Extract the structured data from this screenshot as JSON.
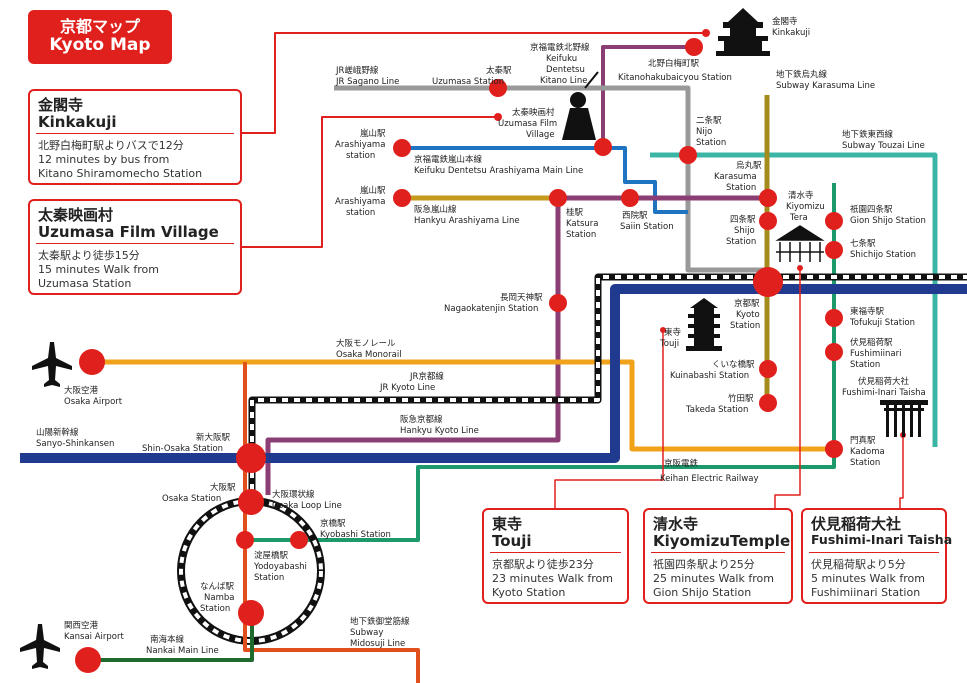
{
  "title": {
    "ja": "京都マップ",
    "en": "Kyoto Map"
  },
  "colors": {
    "accent": "#e0201c"
  },
  "cards": [
    {
      "id": "kinkakuji",
      "ja": "金閣寺",
      "en": "Kinkakuji",
      "desc": [
        "北野白梅町駅よりバスで12分",
        "12 minutes by bus from",
        "Kitano Shiramomecho Station"
      ]
    },
    {
      "id": "uzumasa",
      "ja": "太秦映画村",
      "en": "Uzumasa Film Village",
      "desc": [
        "太秦駅より徒歩15分",
        "15 minutes Walk from",
        "Uzumasa Station"
      ]
    },
    {
      "id": "touji",
      "ja": "東寺",
      "en": "Touji",
      "desc": [
        "京都駅より徒歩23分",
        "23 minutes Walk from",
        "Kyoto Station"
      ]
    },
    {
      "id": "kiyomizu",
      "ja": "清水寺",
      "en": "KiyomizuTemple",
      "desc": [
        "祇園四条駅より25分",
        "25 minutes Walk from",
        "Gion Shijo Station"
      ]
    },
    {
      "id": "fushimi",
      "ja": "伏見稲荷大社",
      "en": "Fushimi-Inari Taisha",
      "desc": [
        "伏見稲荷駅より5分",
        "5 minutes Walk from",
        "Fushimiinari Station"
      ]
    }
  ],
  "labels": {
    "kinkakuji_ja": "金閣寺",
    "kinkakuji_en": "Kinkakuji",
    "randen_kitano_ja": "京福電鉄北野線",
    "randen_kitano_en1": "Keifuku",
    "randen_kitano_en2": "Dentetsu",
    "randen_kitano_en3": "Kitano Line",
    "kitanohakubai_ja": "北野白梅町駅",
    "kitanohakubai_en": "Kitanohakubaicyou Station",
    "sagano_ja": "JR嵯峨野線",
    "sagano_en": "JR Sagano Line",
    "uzumasa_ja": "太秦駅",
    "uzumasa_en": "Uzumasa Station",
    "filmvillage_ja": "太秦映画村",
    "filmvillage_en1": "Uzumasa Film",
    "filmvillage_en2": "Village",
    "karasuma_line_ja": "地下鉄烏丸線",
    "karasuma_line_en": "Subway Karasuma Line",
    "nijo_ja": "二条駅",
    "nijo_en1": "Nijo",
    "nijo_en2": "Station",
    "tozai_ja": "地下鉄東西線",
    "tozai_en": "Subway Touzai Line",
    "arashiyama_ja": "嵐山駅",
    "arashiyama_en1": "Arashiyama",
    "arashiyama_en2": "station",
    "keifuku_main_ja": "京福電鉄嵐山本線",
    "keifuku_main_en": "Keifuku Dentetsu Arashiyama Main Line",
    "karasuma_stn_ja": "烏丸駅",
    "karasuma_stn_en1": "Karasuma",
    "karasuma_stn_en2": "Station",
    "hk_arashiyama_ja": "嵐山駅",
    "hk_arashiyama_en1": "Arashiyama",
    "hk_arashiyama_en2": "station",
    "hk_line_ja": "阪急嵐山線",
    "hk_line_en": "Hankyu Arashiyama Line",
    "katsura_ja": "桂駅",
    "katsura_en1": "Katsura",
    "katsura_en2": "Station",
    "saiin_ja": "西院駅",
    "saiin_en": "Saiin Station",
    "kiyomizu_ja": "清水寺",
    "kiyomizu_en1": "Kiyomizu",
    "kiyomizu_en2": "Tera",
    "shijo_ja": "四条駅",
    "shijo_en1": "Shijo",
    "shijo_en2": "Station",
    "gion_ja": "祇園四条駅",
    "gion_en": "Gion Shijo Station",
    "shichijo_ja": "七条駅",
    "shichijo_en": "Shichijo Station",
    "kyoto_ja": "京都駅",
    "kyoto_en1": "Kyoto",
    "kyoto_en2": "Station",
    "nagaoka_ja": "長岡天神駅",
    "nagaoka_en": "Nagaokatenjin Station",
    "touji_ja": "東寺",
    "touji_en": "Touji",
    "tofukuji_ja": "東福寺駅",
    "tofukuji_en": "Tofukuji Station",
    "fushimiinari_ja": "伏見稲荷駅",
    "fushimiinari_en1": "Fushimiinari",
    "fushimiinari_en2": "Station",
    "taisha_ja": "伏見稲荷大社",
    "taisha_en": "Fushimi-Inari Taisha",
    "kuinabashi_ja": "くいな橋駅",
    "kuinabashi_en": "Kuinabashi Station",
    "takeda_ja": "竹田駅",
    "takeda_en": "Takeda Station",
    "kadoma_ja": "門真駅",
    "kadoma_en1": "Kadoma",
    "kadoma_en2": "Station",
    "monorail_ja": "大阪モノレール",
    "monorail_en": "Osaka Monorail",
    "itami_ja": "大阪空港",
    "itami_en": "Osaka Airport",
    "jrkyoto_ja": "JR京都線",
    "jrkyoto_en": "JR Kyoto Line",
    "shinkansen_ja": "山陽新幹線",
    "shinkansen_en": "Sanyo-Shinkansen",
    "shinosaka_ja": "新大阪駅",
    "shinosaka_en": "Shin-Osaka Station",
    "hkkyoto_ja": "阪急京都線",
    "hkkyoto_en": "Hankyu Kyoto Line",
    "keihan_ja": "京阪電鉄",
    "keihan_en": "Keihan Electric Railway",
    "osaka_ja": "大阪駅",
    "osaka_en": "Osaka Station",
    "loop_ja": "大阪環状線",
    "loop_en": "Osaka Loop Line",
    "kyobashi_ja": "京橋駅",
    "kyobashi_en": "Kyobashi Station",
    "yodoyabashi_ja": "淀屋橋駅",
    "yodoyabashi_en1": "Yodoyabashi",
    "yodoyabashi_en2": "Station",
    "namba_ja": "なんば駅",
    "namba_en1": "Namba",
    "namba_en2": "Station",
    "kansai_ja": "関西空港",
    "kansai_en": "Kansai Airport",
    "nankai_ja": "南海本線",
    "nankai_en": "Nankai Main Line",
    "midosuji_ja": "地下鉄御堂筋線",
    "midosuji_en1": "Subway",
    "midosuji_en2": "Midosuji Line"
  }
}
